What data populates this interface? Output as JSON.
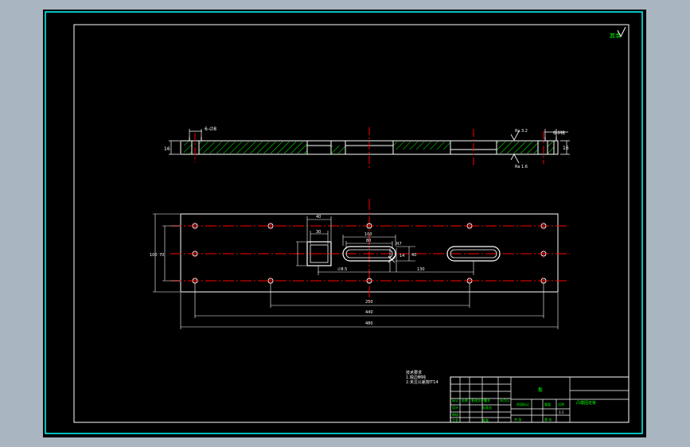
{
  "colors": {
    "background": "#a9b5c0",
    "canvas": "#000000",
    "frame": "#00ffff",
    "border": "#ffffff",
    "geometry": "#ffffff",
    "centerline": "#ff0000",
    "hatch": "#00ff00",
    "text": "#ffffff",
    "title_text": "#00ff00"
  },
  "drawing": {
    "roughness_note": "其余",
    "section_view": {
      "top_dim": "6-∅8",
      "left_dim": "16",
      "right_dim": "6-M8",
      "right_side_dim": "16",
      "surface_marks": [
        "Ra 3.2",
        "Ra 1.6"
      ]
    },
    "plan_view": {
      "square_outer_dim": "40",
      "square_inner_dim": "30",
      "slot_length_dim": "100",
      "slot_inner_dim": "80",
      "slot_width_dim": "14",
      "slot_end_dim": "R7",
      "slot_height_dim": "40",
      "slot_position_dim": "∅8.5",
      "slot_spacing_dim": "130",
      "height_outer_dim": "100",
      "height_inner_dim": "70",
      "bottom_dim_1": "250",
      "bottom_dim_2": "440",
      "bottom_dim_3": "480"
    },
    "tech_requirements": {
      "title": "技术要求",
      "lines": [
        "1.锐边倒钝",
        "2.未注公差按IT14"
      ]
    }
  },
  "title_block": {
    "part_name": "板",
    "drawing_name": "凸模固定板",
    "material_label": "45",
    "labels": {
      "mark": "标记",
      "count": "处数",
      "zone": "分区",
      "change_doc": "更改文件号",
      "signature": "签名",
      "date": "年月日",
      "designer": "设计",
      "standardization": "标准化",
      "stage_mark": "阶段标记",
      "weight": "重量",
      "scale": "比例",
      "review": "审核",
      "process": "工艺",
      "approve": "批准",
      "sheets_total": "共 张",
      "sheet_no": "第 张",
      "scale_value": "1:1"
    }
  }
}
